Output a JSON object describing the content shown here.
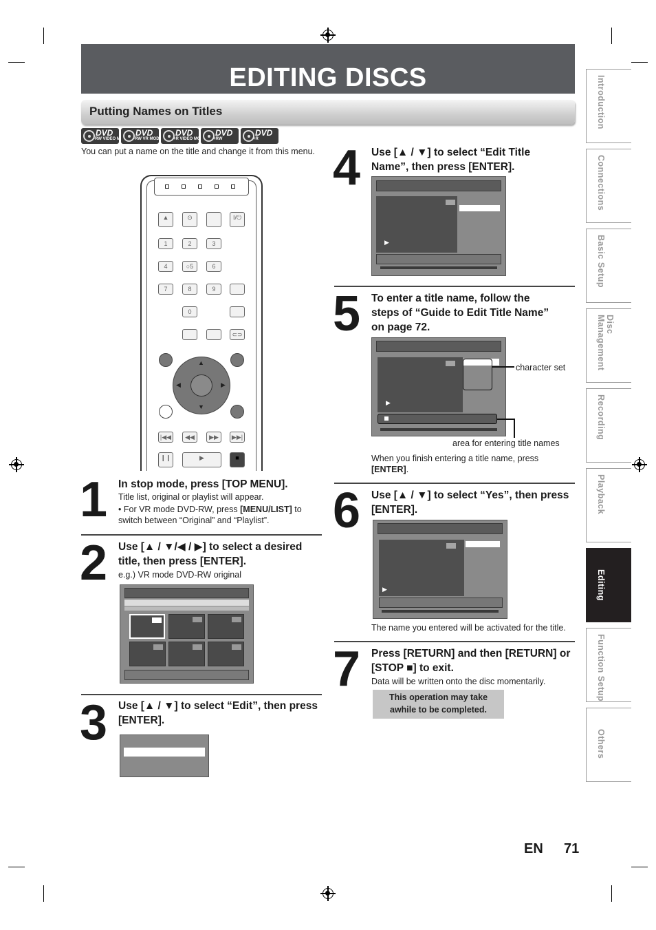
{
  "header": {
    "title": "EDITING DISCS",
    "section": "Putting Names on Titles"
  },
  "disc_badges": [
    {
      "main": "DVD",
      "sub": "-RW VIDEO MODE"
    },
    {
      "main": "DVD",
      "sub": "-RW VR MODE"
    },
    {
      "main": "DVD",
      "sub": "+R VIDEO MODE"
    },
    {
      "main": "DVD",
      "sub": "+RW"
    },
    {
      "main": "DVD",
      "sub": "+R"
    }
  ],
  "intro": "You can put a name on the title and change it from this menu.",
  "remote": {
    "buttons": {
      "power": "I/⏻",
      "n1": "1",
      "n2": "2",
      "n3": "3",
      "n4": "4",
      "n5": "○5",
      "n6": "6",
      "n7": "7",
      "n8": "8",
      "n9": "9",
      "n0": "0",
      "prev": "|◀◀",
      "rew": "◀◀",
      "ff": "▶▶",
      "next": "▶▶|",
      "pause": "❙❙",
      "play": "▶",
      "stop": "■"
    }
  },
  "steps": {
    "s1": {
      "num": "1",
      "head": "In stop mode, press [TOP MENU].",
      "text": "Title list, original or playlist will appear.",
      "bullet_a": "For VR mode DVD-RW, press ",
      "bullet_b": "[MENU/LIST]",
      "bullet_c": " to switch between “Original” and “Playlist”."
    },
    "s2": {
      "num": "2",
      "head_a": "Use [▲ / ▼/◀ / ▶] to select a desired",
      "head_b": "title, then press [ENTER].",
      "text": "e.g.) VR mode DVD-RW original"
    },
    "s3": {
      "num": "3",
      "head_a": "Use [▲ / ▼] to select “Edit”, then press",
      "head_b": "[ENTER]."
    },
    "s4": {
      "num": "4",
      "head_a": "Use [▲ / ▼] to select “Edit Title",
      "head_b": "Name”, then press [ENTER]."
    },
    "s5": {
      "num": "5",
      "head_a": "To enter a title name, follow the",
      "head_b": "steps of “Guide to Edit Title Name”",
      "head_c": "on page 72.",
      "label_charset": "character set",
      "label_area": "area for entering title names",
      "text_a": "When you finish entering a title name, press",
      "text_b": "[ENTER]",
      "text_c": "."
    },
    "s6": {
      "num": "6",
      "head_a": "Use [▲ / ▼] to select “Yes”, then press",
      "head_b": "[ENTER].",
      "text": "The name you entered will be activated for the title."
    },
    "s7": {
      "num": "7",
      "head_a": "Press [RETURN] and then [RETURN] or",
      "head_b": "[STOP ■] to exit.",
      "text": "Data will be written onto the disc momentarily.",
      "note_a": "This operation may take",
      "note_b": "awhile to be completed."
    }
  },
  "side_tabs": [
    {
      "label": "Introduction",
      "active": false
    },
    {
      "label": "Connections",
      "active": false
    },
    {
      "label": "Basic Setup",
      "active": false
    },
    {
      "label": "Disc Management",
      "active": false
    },
    {
      "label": "Recording",
      "active": false
    },
    {
      "label": "Playback",
      "active": false
    },
    {
      "label": "Editing",
      "active": true
    },
    {
      "label": "Function Setup",
      "active": false
    },
    {
      "label": "Others",
      "active": false
    }
  ],
  "footer": {
    "lang": "EN",
    "page": "71"
  }
}
